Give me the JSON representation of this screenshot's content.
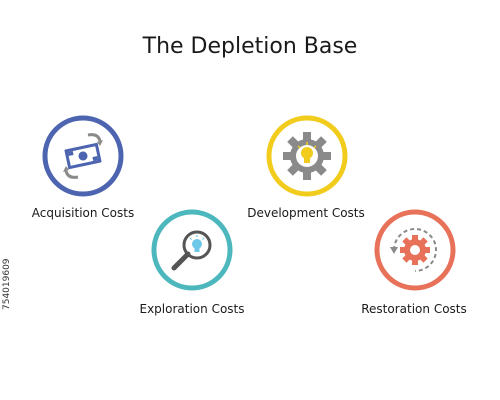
{
  "title": "The Depletion Base",
  "nodes": [
    {
      "label": "Acquisition Costs",
      "icon": "money-exchange-icon",
      "ring_color": "#4d64b0"
    },
    {
      "label": "Development Costs",
      "icon": "gear-lightbulb-icon",
      "ring_color": "#f2cc1d"
    },
    {
      "label": "Exploration Costs",
      "icon": "magnifier-lightbulb-icon",
      "ring_color": "#4cb8bd"
    },
    {
      "label": "Restoration Costs",
      "icon": "gear-cycle-icon",
      "ring_color": "#e8715a"
    }
  ],
  "stock_id": "754019609",
  "colors": {
    "gear_gray": "#8a8a8a",
    "bulb_yellow": "#f2cc1d",
    "bulb_teal": "#6cc7e8",
    "money_blue": "#4d64b0",
    "restore_orange": "#e8715a"
  }
}
